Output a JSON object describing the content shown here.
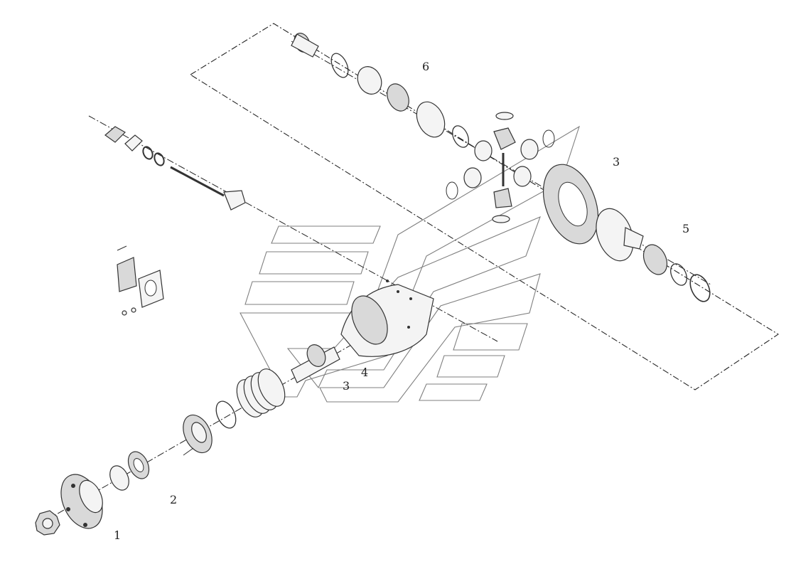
{
  "labels": {
    "l1": "1",
    "l2": "2",
    "l3a": "3",
    "l3b": "3",
    "l4": "4",
    "l5": "5",
    "l6": "6"
  },
  "colors": {
    "line": "#222222",
    "part_fill": "#f4f4f4",
    "part_shade": "#d9d9d9"
  }
}
